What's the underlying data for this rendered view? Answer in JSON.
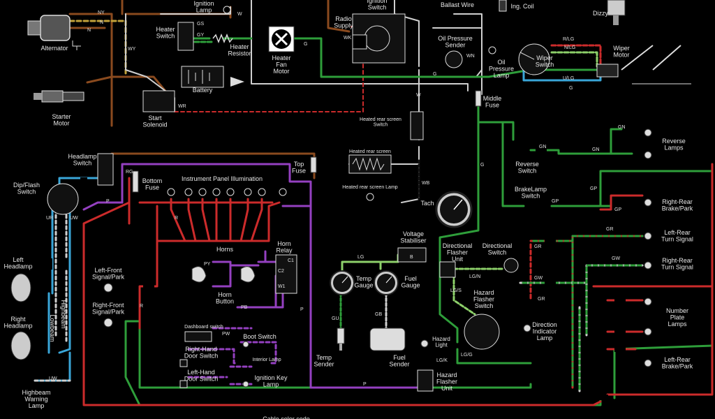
{
  "labels": {
    "alternator": "Alternator",
    "starter_motor": "Starter\nMotor",
    "ignition_lamp": "Ignition\nLamp",
    "heater_switch": "Heater\nSwitch",
    "heater_resistor": "Heater\nResistor",
    "heater_fan_motor": "Heater\nFan\nMotor",
    "battery": "Battery",
    "start_solenoid": "Start\nSolenoid",
    "radio_supply": "Radio\nSupply",
    "ignition_switch": "Ignition\nSwitch",
    "ballast_wire": "Ballast Wire",
    "ing_coil": "Ing. Coil",
    "dizzy": "Dizzy",
    "oil_pressure_sender": "Oil Pressure\nSender",
    "oil_pressure_lamp": "Oil\nPressure\nLamp",
    "wiper_switch": "Wiper\nSwitch",
    "wiper_motor": "Wiper\nMotor",
    "middle_fuse": "Middle\nFuse",
    "heated_rear_screen_switch": "Heated rear screen\nSwitch",
    "heated_rear_screen": "Heated rear screen",
    "heated_rear_screen_lamp": "Heated rear screen Lamp",
    "tach": "Tach",
    "reverse_lamps": "Reverse\nLamps",
    "reverse_switch": "Reverse\nSwitch",
    "brakelamp_switch": "BrakeLamp\nSwitch",
    "right_rear_brake_park": "Right-Rear\nBrake/Park",
    "left_rear_turn_signal": "Left-Rear\nTurn Signal",
    "right_rear_turn_signal": "Right-Rear\nTurn Signal",
    "number_plate_lamps": "Number\nPlate\nLamps",
    "left_rear_brake_park": "Left-Rear\nBrake/Park",
    "headlamp_switch": "Headlamp\nSwitch",
    "dip_flash_switch": "Dip/Flash\nSwitch",
    "top_fuse": "Top\nFuse",
    "bottom_fuse": "Bottom\nFuse",
    "instrument_panel_illumination": "Instrument Panel Illumination",
    "horns": "Horns",
    "horn_relay": "Horn\nRelay",
    "horn_button": "Horn\nButton",
    "left_front_signal_park": "Left-Front\nSignal/Park",
    "right_front_signal_park": "Right-Front\nSignal/Park",
    "left_headlamp": "Left\nHeadlamp",
    "right_headlamp": "Right\nHeadlamp",
    "highbeam_warning_lamp": "Highbeam\nWarning\nLamp",
    "lowbeam": "Lowbeam",
    "highbeam": "Highbeam",
    "dashboard_switch": "Dashboard switch",
    "right_hand_door_switch": "Right-Hand\nDoor Switch",
    "left_hand_door_switch": "Left-Hand\nDoor Switch",
    "boot_switch": "Boot Switch",
    "interior_lamp": "Interior Lamp",
    "ignition_key_lamp": "Ignition Key\nLamp",
    "voltage_stabiliser": "Voltage\nStabiliser",
    "temp_gauge": "Temp\nGauge",
    "fuel_gauge": "Fuel\nGauge",
    "temp_sender": "Temp\nSender",
    "fuel_sender": "Fuel\nSender",
    "directional_flasher_unit": "Directional\nFlasher\nUnit",
    "directional_switch": "Directional\nSwitch",
    "hazard_flasher_switch": "Hazard\nFlasher\nSwitch",
    "direction_indicator_lamp": "Direction\nIndicator\nLamp",
    "hazard_light": "Hazard\nLight",
    "hazard_flasher_unit": "Hazard\nFlasher\nUnit"
  },
  "wire_labels": {
    "ny": "NY",
    "n": "N",
    "w": "W",
    "wy": "WY",
    "gs": "GS",
    "gy": "GY",
    "g": "G",
    "wr": "WR",
    "wk": "WK",
    "wn": "WN",
    "rlg": "R/LG",
    "nlg": "N/LG",
    "ulg": "U/LG",
    "gn": "GN",
    "gp": "GP",
    "gr": "GR",
    "gw": "GW",
    "lg": "LG",
    "lgn": "LG/N",
    "lgs": "LG/S",
    "lgg": "LG/G",
    "lgk": "LG/K",
    "wb": "WB",
    "rg": "RG",
    "r": "R",
    "p": "P",
    "ur": "UR",
    "uw": "UW",
    "py": "PY",
    "pb": "PB",
    "pw": "PW",
    "gu": "GU",
    "gb": "GB",
    "b": "B",
    "c1": "C1",
    "c2": "C2",
    "w1": "W1"
  },
  "colors": {
    "brown": "#8a4a1e",
    "green": "#2e9e3a",
    "red": "#cc2b2b",
    "purple": "#9440c0",
    "blue": "#3aa6d8",
    "white": "#cfcfcf",
    "light_green": "#8dd06a",
    "black": "#111111"
  },
  "footer_text": "Cable color code"
}
